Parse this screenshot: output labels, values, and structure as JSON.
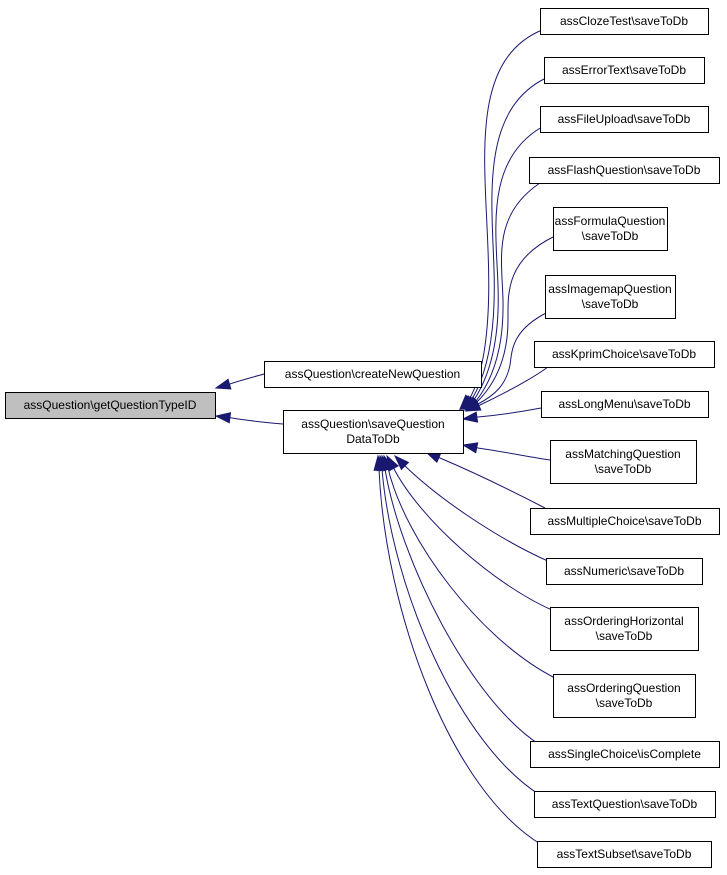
{
  "graph": {
    "edge_color": "#191970",
    "root_fill": "#bfbfbf",
    "nodes": {
      "root": {
        "lines": [
          "assQuestion\\getQuestionTypeID"
        ]
      },
      "create_new": {
        "lines": [
          "assQuestion\\createNewQuestion"
        ]
      },
      "save_data": {
        "lines": [
          "assQuestion\\saveQuestion",
          "DataToDb"
        ]
      },
      "cloze": {
        "lines": [
          "assClozeTest\\saveToDb"
        ]
      },
      "error_text": {
        "lines": [
          "assErrorText\\saveToDb"
        ]
      },
      "file_upload": {
        "lines": [
          "assFileUpload\\saveToDb"
        ]
      },
      "flash": {
        "lines": [
          "assFlashQuestion\\saveToDb"
        ]
      },
      "formula": {
        "lines": [
          "assFormulaQuestion",
          "\\saveToDb"
        ]
      },
      "imagemap": {
        "lines": [
          "assImagemapQuestion",
          "\\saveToDb"
        ]
      },
      "kprim": {
        "lines": [
          "assKprimChoice\\saveToDb"
        ]
      },
      "long_menu": {
        "lines": [
          "assLongMenu\\saveToDb"
        ]
      },
      "matching": {
        "lines": [
          "assMatchingQuestion",
          "\\saveToDb"
        ]
      },
      "multiple": {
        "lines": [
          "assMultipleChoice\\saveToDb"
        ]
      },
      "numeric": {
        "lines": [
          "assNumeric\\saveToDb"
        ]
      },
      "ordering_h": {
        "lines": [
          "assOrderingHorizontal",
          "\\saveToDb"
        ]
      },
      "ordering_q": {
        "lines": [
          "assOrderingQuestion",
          "\\saveToDb"
        ]
      },
      "single": {
        "lines": [
          "assSingleChoice\\isComplete"
        ]
      },
      "text_q": {
        "lines": [
          "assTextQuestion\\saveToDb"
        ]
      },
      "text_subset": {
        "lines": [
          "assTextSubset\\saveToDb"
        ]
      }
    },
    "edges": [
      [
        "create_new",
        "root"
      ],
      [
        "save_data",
        "root"
      ],
      [
        "cloze",
        "save_data"
      ],
      [
        "error_text",
        "save_data"
      ],
      [
        "file_upload",
        "save_data"
      ],
      [
        "flash",
        "save_data"
      ],
      [
        "formula",
        "save_data"
      ],
      [
        "imagemap",
        "save_data"
      ],
      [
        "kprim",
        "save_data"
      ],
      [
        "long_menu",
        "save_data"
      ],
      [
        "matching",
        "save_data"
      ],
      [
        "multiple",
        "save_data"
      ],
      [
        "numeric",
        "save_data"
      ],
      [
        "ordering_h",
        "save_data"
      ],
      [
        "ordering_q",
        "save_data"
      ],
      [
        "single",
        "save_data"
      ],
      [
        "text_q",
        "save_data"
      ],
      [
        "text_subset",
        "save_data"
      ]
    ]
  }
}
